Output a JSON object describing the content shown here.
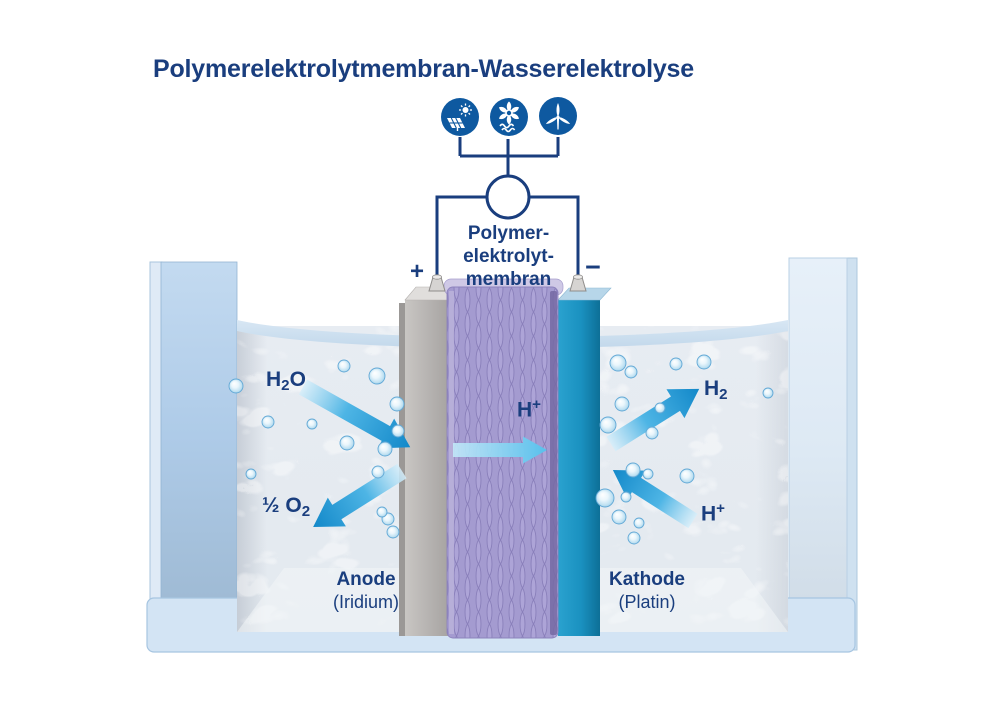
{
  "title": "Polymerelektrolytmembran-Wasserelektrolyse",
  "energy_sources": {
    "solar_icon": "solar-panel-icon",
    "hydro_icon": "hydro-power-icon",
    "wind_icon": "wind-turbine-icon",
    "power_symbol": "power-source-circle-icon"
  },
  "terminals": {
    "plus": "+",
    "minus": "−"
  },
  "membrane_label": {
    "line1": "Polymer-",
    "line2": "elektrolyt-",
    "line3": "membran"
  },
  "species": {
    "h2o": {
      "base": "H",
      "sub": "2",
      "tail": "O"
    },
    "o2": {
      "prefix": "½ ",
      "base": "O",
      "sub": "2"
    },
    "h_plus_membrane": {
      "base": "H",
      "sup": "+"
    },
    "h2": {
      "base": "H",
      "sub": "2"
    },
    "h_plus_cathode": {
      "base": "H",
      "sup": "+"
    }
  },
  "electrodes": {
    "anode": {
      "name": "Anode",
      "material": "(Iridium)"
    },
    "cathode": {
      "name": "Kathode",
      "material": "(Platin)"
    }
  },
  "colors": {
    "navy_text": "#1a3e7e",
    "icon_blue": "#0e59a0",
    "arrow_blue": "#1288c9",
    "membrane_purple": "#a49bd0",
    "anode_gray": "#b5b2b0",
    "cathode_teal": "#1a91c0",
    "tank_blue": "#c6dcf0",
    "water": "#e9edf3"
  }
}
